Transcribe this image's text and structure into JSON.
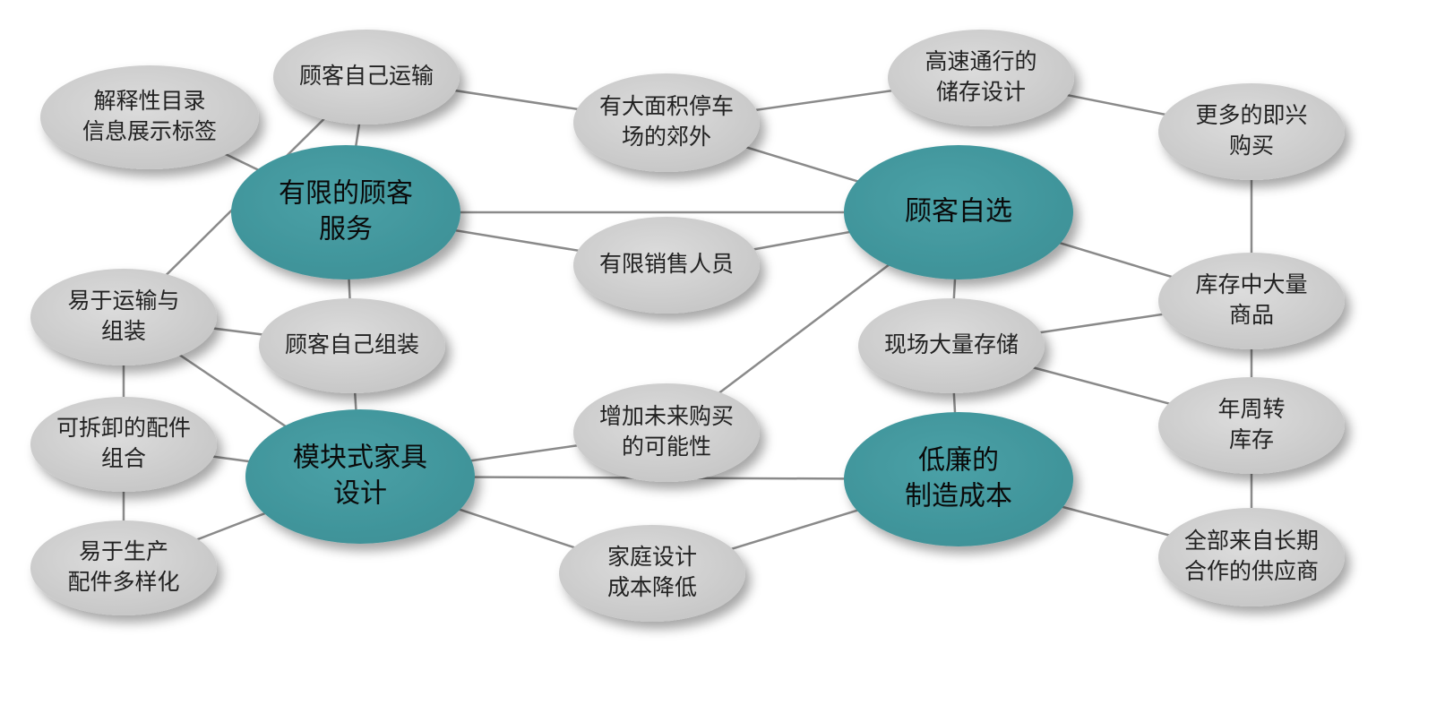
{
  "colors": {
    "background": "#ffffff",
    "minor_fill": "#cdcdcd",
    "minor_text": "#222222",
    "major_fill": "#44999f",
    "major_text": "#0a0a0a",
    "connector": "#8a8a8a"
  },
  "nodes": [
    {
      "id": "n-jieshi",
      "type": "minor",
      "lines": [
        "解释性目录",
        "信息展示标签"
      ]
    },
    {
      "id": "n-yunshu",
      "type": "minor",
      "lines": [
        "顾客自己运输"
      ]
    },
    {
      "id": "n-tingche",
      "type": "minor",
      "lines": [
        "有大面积停车",
        "场的郊外"
      ]
    },
    {
      "id": "n-gaosu",
      "type": "minor",
      "lines": [
        "高速通行的",
        "储存设计"
      ]
    },
    {
      "id": "n-jixing",
      "type": "minor",
      "lines": [
        "更多的即兴",
        "购买"
      ]
    },
    {
      "id": "n-fuwu",
      "type": "major",
      "lines": [
        "有限的顾客",
        "服务"
      ]
    },
    {
      "id": "n-zixuan",
      "type": "major",
      "lines": [
        "顾客自选"
      ]
    },
    {
      "id": "n-xiaoshou",
      "type": "minor",
      "lines": [
        "有限销售人员"
      ]
    },
    {
      "id": "n-kucun",
      "type": "minor",
      "lines": [
        "库存中大量",
        "商品"
      ]
    },
    {
      "id": "n-yiyunshu",
      "type": "minor",
      "lines": [
        "易于运输与",
        "组装"
      ]
    },
    {
      "id": "n-zuzhuang",
      "type": "minor",
      "lines": [
        "顾客自己组装"
      ]
    },
    {
      "id": "n-xianchang",
      "type": "minor",
      "lines": [
        "现场大量存储"
      ]
    },
    {
      "id": "n-kechaixie",
      "type": "minor",
      "lines": [
        "可拆卸的配件",
        "组合"
      ]
    },
    {
      "id": "n-zengjia",
      "type": "minor",
      "lines": [
        "增加未来购买",
        "的可能性"
      ]
    },
    {
      "id": "n-nianzhou",
      "type": "minor",
      "lines": [
        "年周转",
        "库存"
      ]
    },
    {
      "id": "n-mokuai",
      "type": "major",
      "lines": [
        "模块式家具",
        "设计"
      ]
    },
    {
      "id": "n-dilian",
      "type": "major",
      "lines": [
        "低廉的",
        "制造成本"
      ]
    },
    {
      "id": "n-yishengchan",
      "type": "minor",
      "lines": [
        "易于生产",
        "配件多样化"
      ]
    },
    {
      "id": "n-jiating",
      "type": "minor",
      "lines": [
        "家庭设计",
        "成本降低"
      ]
    },
    {
      "id": "n-gongying",
      "type": "minor",
      "lines": [
        "全部来自长期",
        "合作的供应商"
      ]
    }
  ],
  "edges": [
    [
      "n-jieshi",
      "n-fuwu"
    ],
    [
      "n-yunshu",
      "n-fuwu"
    ],
    [
      "n-yunshu",
      "n-tingche"
    ],
    [
      "n-yunshu",
      "n-yiyunshu"
    ],
    [
      "n-tingche",
      "n-gaosu"
    ],
    [
      "n-tingche",
      "n-zixuan"
    ],
    [
      "n-gaosu",
      "n-jixing"
    ],
    [
      "n-jixing",
      "n-kucun"
    ],
    [
      "n-fuwu",
      "n-zixuan"
    ],
    [
      "n-fuwu",
      "n-xiaoshou"
    ],
    [
      "n-fuwu",
      "n-zuzhuang"
    ],
    [
      "n-xiaoshou",
      "n-zixuan"
    ],
    [
      "n-zixuan",
      "n-kucun"
    ],
    [
      "n-zixuan",
      "n-xianchang"
    ],
    [
      "n-zixuan",
      "n-zengjia"
    ],
    [
      "n-kucun",
      "n-xianchang"
    ],
    [
      "n-kucun",
      "n-nianzhou"
    ],
    [
      "n-xianchang",
      "n-nianzhou"
    ],
    [
      "n-xianchang",
      "n-dilian"
    ],
    [
      "n-yiyunshu",
      "n-zuzhuang"
    ],
    [
      "n-yiyunshu",
      "n-mokuai"
    ],
    [
      "n-yiyunshu",
      "n-kechaixie"
    ],
    [
      "n-zuzhuang",
      "n-mokuai"
    ],
    [
      "n-kechaixie",
      "n-mokuai"
    ],
    [
      "n-kechaixie",
      "n-yishengchan"
    ],
    [
      "n-yishengchan",
      "n-mokuai"
    ],
    [
      "n-mokuai",
      "n-zengjia"
    ],
    [
      "n-mokuai",
      "n-dilian"
    ],
    [
      "n-mokuai",
      "n-jiating"
    ],
    [
      "n-jiating",
      "n-dilian"
    ],
    [
      "n-dilian",
      "n-gongying"
    ],
    [
      "n-nianzhou",
      "n-gongying"
    ]
  ]
}
